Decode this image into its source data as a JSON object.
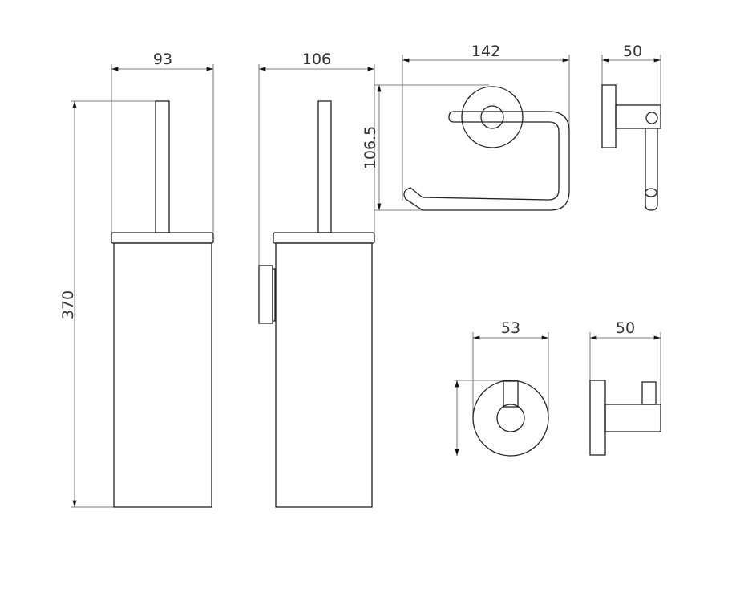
{
  "drawing": {
    "brush_front": {
      "width": "93",
      "height": "370"
    },
    "brush_side": {
      "depth": "106"
    },
    "paper_holder_front": {
      "width": "142",
      "height": "106.5"
    },
    "paper_holder_side": {
      "depth": "50"
    },
    "hook_front": {
      "width": "53"
    },
    "hook_side": {
      "depth": "50"
    }
  }
}
